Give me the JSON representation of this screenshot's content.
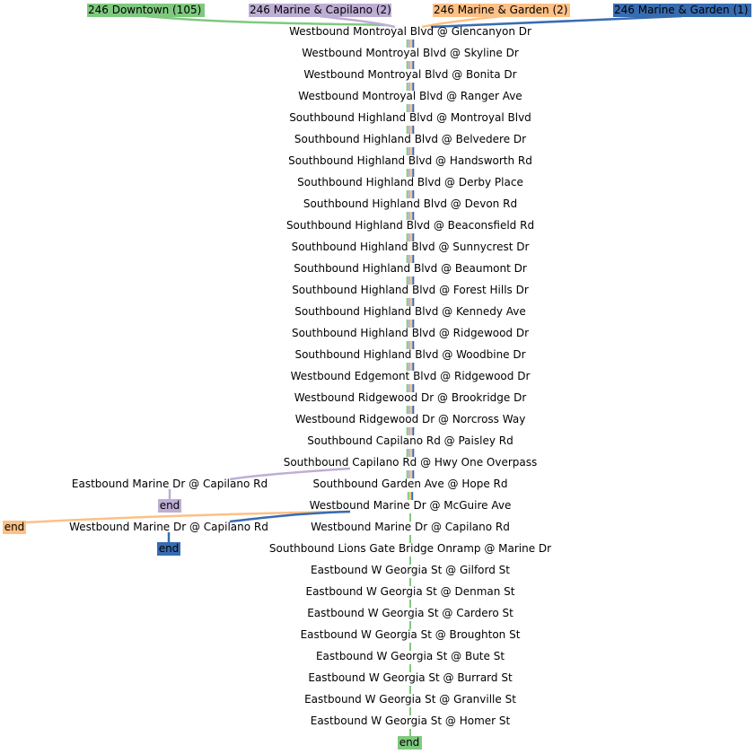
{
  "colors": {
    "downtown": "#7fc97f",
    "capilano": "#beaed4",
    "garden2": "#fdc086",
    "garden1": "#386cb0"
  },
  "routes": [
    {
      "key": "downtown",
      "label": "246 Downtown (105)"
    },
    {
      "key": "capilano",
      "label": "246 Marine & Capilano (2)"
    },
    {
      "key": "garden2",
      "label": "246 Marine & Garden (2)"
    },
    {
      "key": "garden1",
      "label": "246 Marine & Garden (1)"
    }
  ],
  "main_stops": [
    "Westbound Montroyal Blvd @ Glencanyon Dr",
    "Westbound Montroyal Blvd @ Skyline Dr",
    "Westbound Montroyal Blvd @ Bonita Dr",
    "Westbound Montroyal Blvd @ Ranger Ave",
    "Southbound Highland Blvd @ Montroyal Blvd",
    "Southbound Highland Blvd @ Belvedere Dr",
    "Southbound Highland Blvd @ Handsworth Rd",
    "Southbound Highland Blvd @ Derby Place",
    "Southbound Highland Blvd @ Devon Rd",
    "Southbound Highland Blvd @ Beaconsfield Rd",
    "Southbound Highland Blvd @ Sunnycrest Dr",
    "Southbound Highland Blvd @ Beaumont Dr",
    "Southbound Highland Blvd @ Forest Hills Dr",
    "Southbound Highland Blvd @ Kennedy Ave",
    "Southbound Highland Blvd @ Ridgewood Dr",
    "Southbound Highland Blvd @ Woodbine Dr",
    "Westbound Edgemont Blvd @ Ridgewood Dr",
    "Westbound Ridgewood Dr @ Brookridge Dr",
    "Westbound Ridgewood Dr @ Norcross Way",
    "Southbound Capilano Rd @ Paisley Rd",
    "Southbound Capilano Rd @ Hwy One Overpass",
    "Southbound Garden Ave @ Hope Rd",
    "Westbound Marine Dr @ McGuire Ave",
    "Westbound Marine Dr @ Capilano Rd",
    "Southbound Lions Gate Bridge Onramp @ Marine Dr",
    "Eastbound W Georgia St @ Gilford St",
    "Eastbound W Georgia St @ Denman St",
    "Eastbound W Georgia St @ Cardero St",
    "Eastbound W Georgia St @ Broughton St",
    "Eastbound W Georgia St @ Bute St",
    "Eastbound W Georgia St @ Burrard St",
    "Eastbound W Georgia St @ Granville St",
    "Eastbound W Georgia St @ Homer St"
  ],
  "side_stops": {
    "capilano": "Eastbound Marine Dr @ Capilano Rd",
    "garden1": "Westbound Marine Dr @ Capilano Rd"
  },
  "end_label": "end"
}
